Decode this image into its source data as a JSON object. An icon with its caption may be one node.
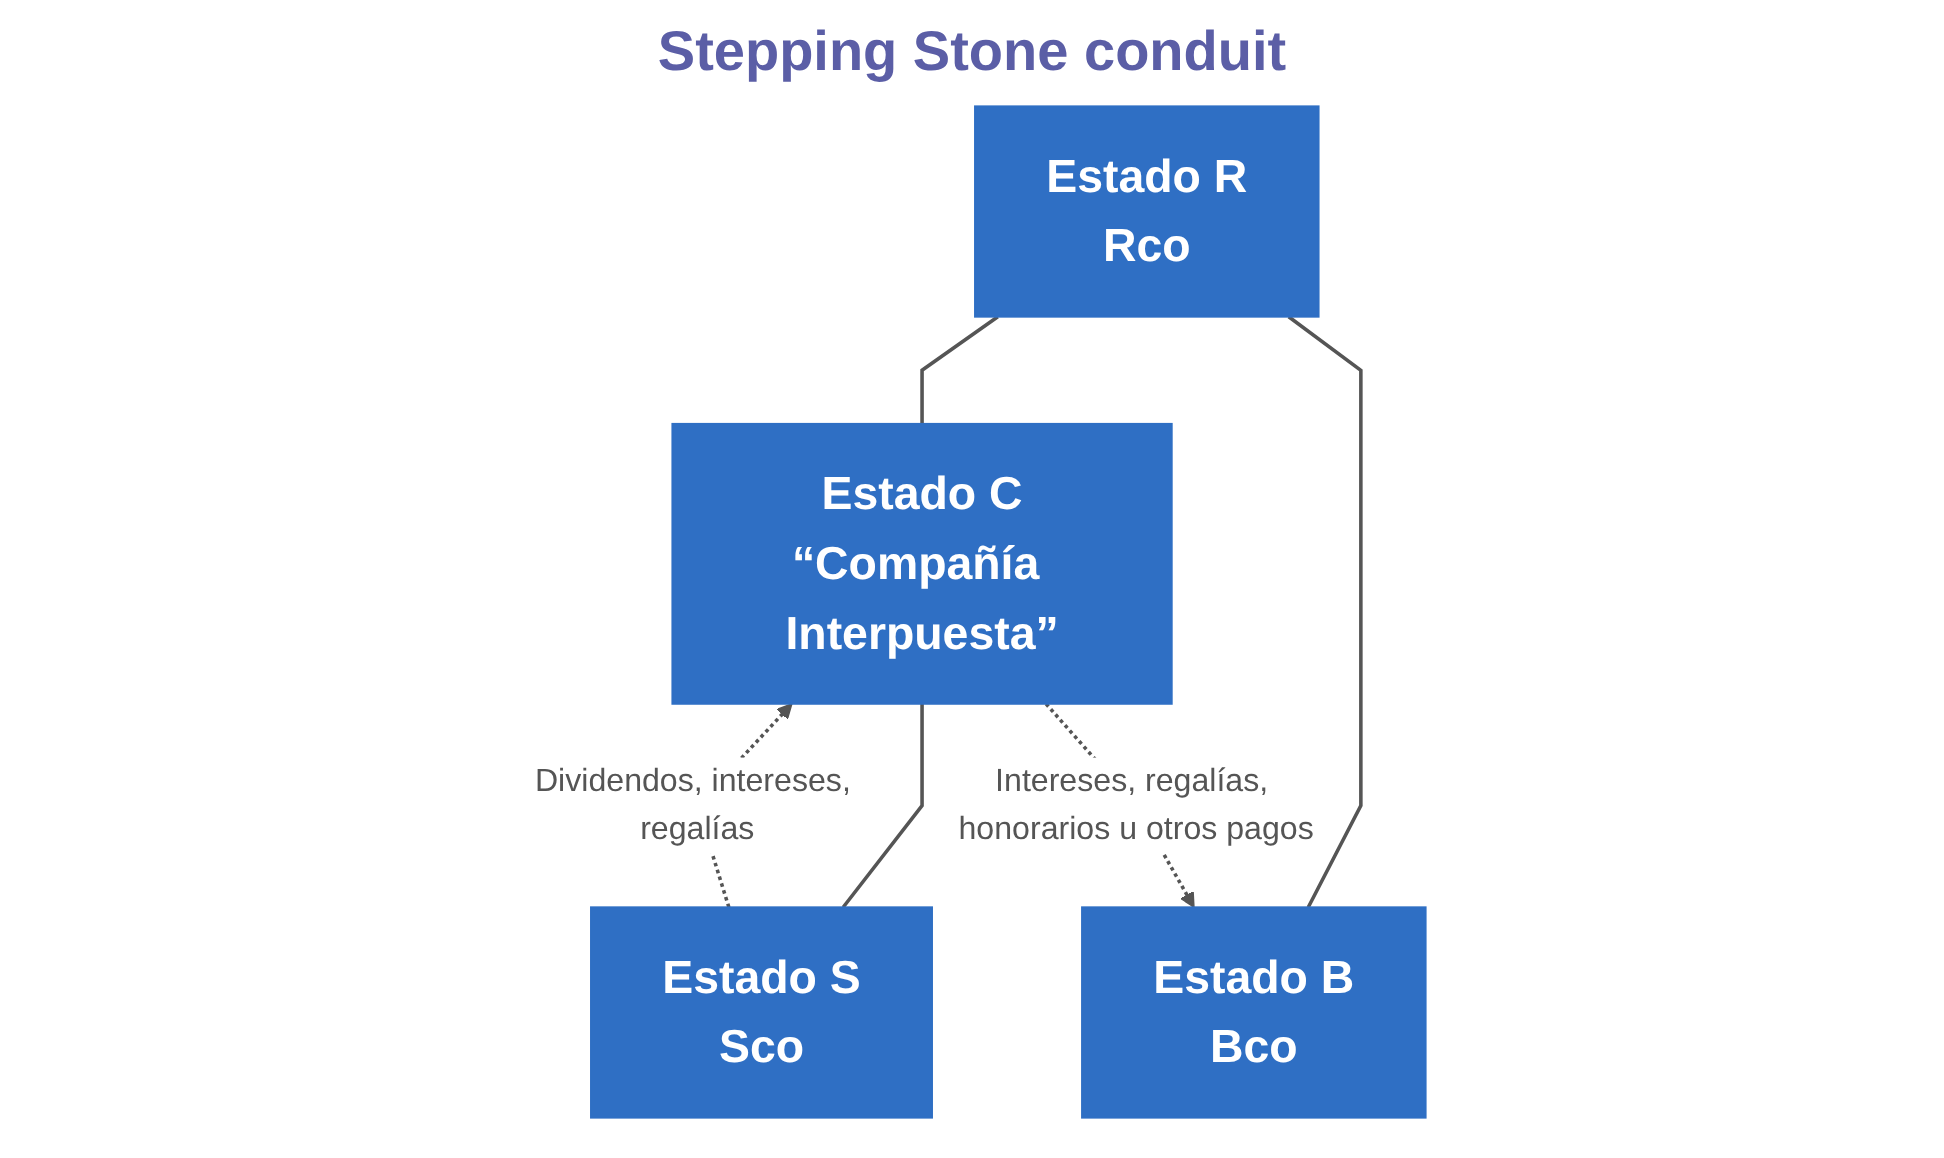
{
  "diagram": {
    "title": "Stepping Stone conduit",
    "nodes": [
      {
        "text": [
          "Estado R",
          "Rco"
        ]
      },
      {
        "text": [
          "Estado C",
          "“Compañía Interpuesta”"
        ]
      },
      {
        "text": [
          "Estado B",
          "Bco"
        ]
      },
      {
        "text": [
          "Estado S",
          "Sco"
        ]
      }
    ],
    "edges": [
      {
        "from": 0,
        "to": 1,
        "arrow": "none"
      },
      {
        "from": 0,
        "to": 2,
        "arrow": "none"
      },
      {
        "from": 1,
        "to": 3,
        "arrow": "none"
      },
      {
        "from": 3,
        "to": 1,
        "arrow": "to",
        "style": "dashed",
        "color": "#555555",
        "label": "Dividendos, intereses, regalías"
      },
      {
        "from": 1,
        "to": 2,
        "arrow": "to",
        "style": "dashed",
        "color": "#555555",
        "label": "Intereses, regalías, honorarios u otros pagos"
      }
    ]
  }
}
